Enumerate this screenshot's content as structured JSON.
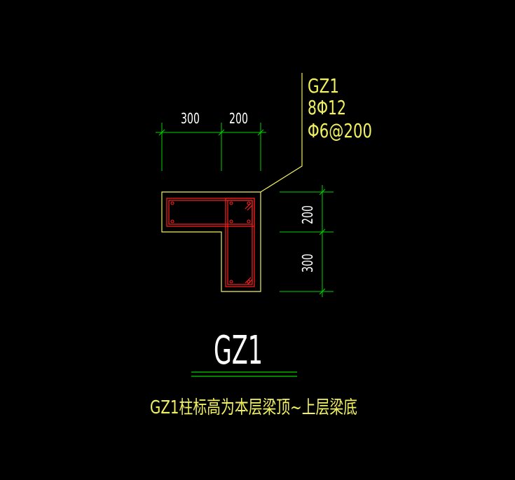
{
  "colors": {
    "background": "#000000",
    "dimension": "#00d200",
    "outline": "#f0f060",
    "rebar": "#ff2020",
    "title": "#ffffff"
  },
  "callout": {
    "name": "GZ1",
    "longitudinal_bars": "8Φ12",
    "stirrups": "Φ6@200"
  },
  "dimensions": {
    "top_left": "300",
    "top_right": "200",
    "right_upper": "200",
    "right_lower": "300"
  },
  "title": "GZ1",
  "note": "GZ1柱标高为本层梁顶~上层梁底"
}
